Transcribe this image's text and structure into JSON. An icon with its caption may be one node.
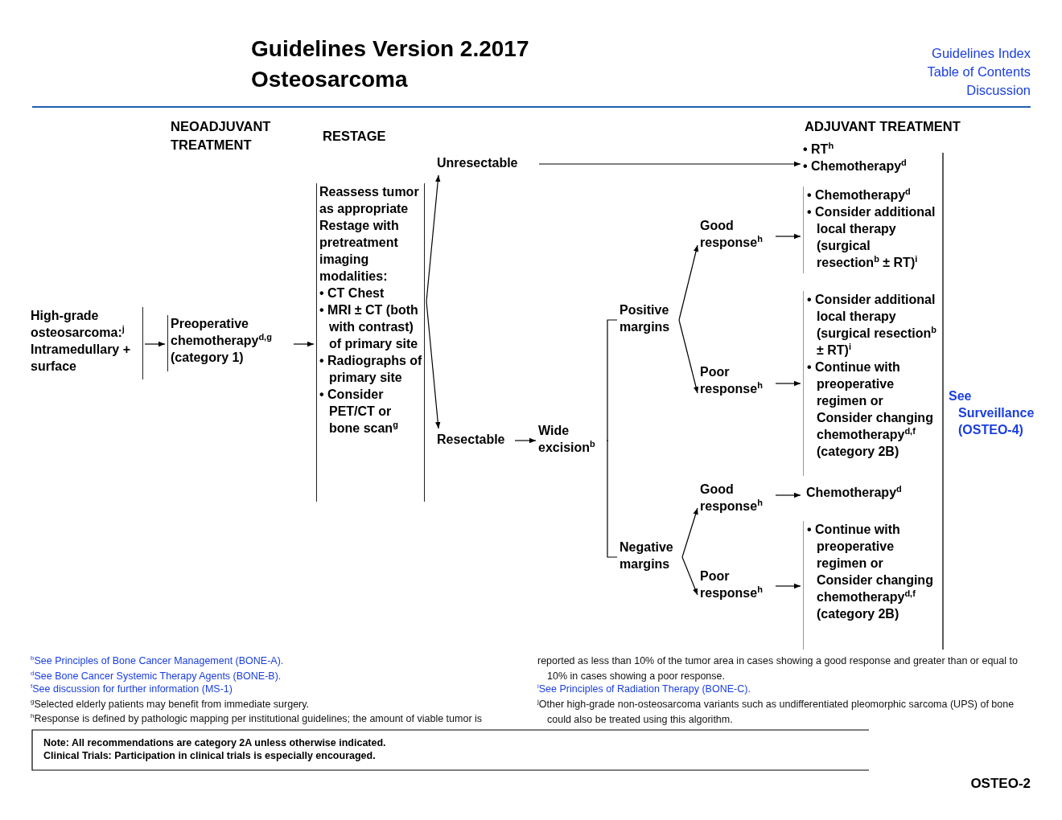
{
  "diagram": {
    "title": "Guidelines Version 2.2017",
    "nodes": [
      {
        "text": [
          "High-grade osteosarcoma:$^{j}$ Intramedullary + surface"
        ]
      },
      {
        "text": [
          "Preoperative chemotherapy$^{d,g}$ (category 1)"
        ]
      },
      {
        "text": [
          "Reassess tumor as appropriate",
          "Restage with pretreatment imaging modalities:",
          "• CT Chest",
          "• MRI ± CT (both with contrast) of primary site",
          "• Radiographs of primary site",
          "• Consider PET/CT or bone scan$^{g}$"
        ]
      },
      {
        "text": [
          "Unresectable"
        ]
      },
      {
        "text": [
          "Resectable"
        ]
      },
      {
        "text": [
          "Wide excision$^{b}$"
        ]
      },
      {
        "text": [
          "Positive margins"
        ]
      },
      {
        "text": [
          "Negative margins"
        ]
      },
      {
        "text": [
          "Good response$^{h}$"
        ]
      },
      {
        "text": [
          "Poor response$^{h}$"
        ]
      },
      {
        "text": [
          "Good response$^{h}$"
        ]
      },
      {
        "text": [
          "Poor response$^{h}$"
        ]
      },
      {
        "text": [
          "• RT$^{h}$",
          "• Chemotherapy$^{d}$"
        ]
      },
      {
        "text": [
          "• Chemotherapy$^{d}$",
          "• Consider additional local therapy (surgical resection$^{b}$ ± RT)$^{i}$"
        ]
      },
      {
        "text": [
          "• Consider additional local therapy (surgical resection$^{b}$ ± RT)$^{i}$",
          "• Continue with preoperative regimen or Consider changing chemotherapy$^{d,f}$ (category 2B)"
        ]
      },
      {
        "text": [
          "Chemotherapy$^{d}$"
        ]
      },
      {
        "text": [
          "• Continue with preoperative regimen or Consider changing chemotherapy$^{d,f}$ (category 2B)"
        ]
      },
      {
        "text": [
          "See Surveillance (OSTEO-4)"
        ]
      }
    ],
    "edges": [
      {
        "from": 0,
        "to": 1,
        "arrow": "to"
      },
      {
        "from": 1,
        "to": 2,
        "arrow": "to"
      },
      {
        "from": 2,
        "to": 3,
        "arrow": "to"
      },
      {
        "from": 2,
        "to": 4,
        "arrow": "to"
      },
      {
        "from": 3,
        "to": 12,
        "arrow": "to"
      },
      {
        "from": 4,
        "to": 5,
        "arrow": "to"
      },
      {
        "from": 5,
        "to": 6,
        "arrow": "none"
      },
      {
        "from": 5,
        "to": 7,
        "arrow": "none"
      },
      {
        "from": 6,
        "to": 8,
        "arrow": "to"
      },
      {
        "from": 6,
        "to": 9,
        "arrow": "to"
      },
      {
        "from": 7,
        "to": 10,
        "arrow": "to"
      },
      {
        "from": 7,
        "to": 11,
        "arrow": "to"
      },
      {
        "from": 8,
        "to": 13,
        "arrow": "to"
      },
      {
        "from": 9,
        "to": 14,
        "arrow": "to"
      },
      {
        "from": 10,
        "to": 15,
        "arrow": "to"
      },
      {
        "from": 11,
        "to": 16,
        "arrow": "to"
      }
    ],
    "labels": [
      "Guidelines Index",
      "Table of Contents",
      "Discussion",
      "Osteosarcoma",
      "NEOADJUVANT TREATMENT",
      "RESTAGE",
      "ADJUVANT TREATMENT",
      "$^{b}$See Principles of Bone Cancer Management (BONE-A).",
      "$^{d}$See Bone Cancer Systemic Therapy Agents (BONE-B).",
      "$^{f}$See discussion for further information (MS-1)",
      "$^{g}$Selected elderly patients may benefit from immediate surgery.",
      "$^{h}$Response is defined by pathologic mapping per institutional guidelines; the amount of viable tumor is",
      "reported as less than 10% of the tumor area in cases showing a good response and greater than or equal to 10% in cases showing a poor response.",
      "$^{i}$See Principles of Radiation Therapy (BONE-C).",
      "$^{j}$Other high-grade non-osteosarcoma variants such as undifferentiated pleomorphic sarcoma (UPS) of bone could also be treated using this algorithm.",
      "Note: All recommendations are category 2A unless otherwise indicated.",
      "Clinical Trials: Participation in clinical trials is especially encouraged.",
      "OSTEO-2"
    ]
  }
}
